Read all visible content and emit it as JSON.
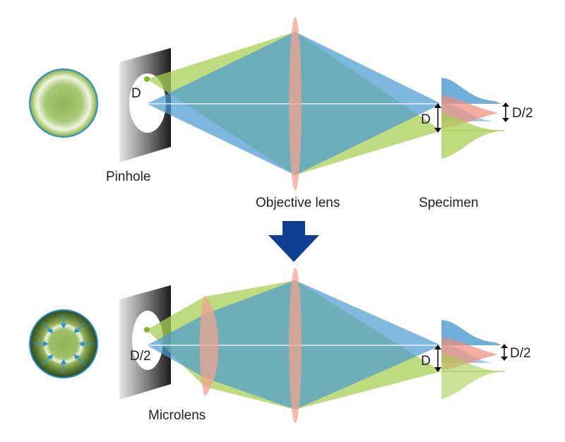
{
  "top_panel": {
    "pinhole_label": "Pinhole",
    "pinhole_size_label": "D",
    "objective_label": "Objective lens",
    "specimen_label": "Specimen",
    "spot_size_label": "D",
    "offset_label": "D/2"
  },
  "bottom_panel": {
    "pinhole_size_label": "D/2",
    "microlens_label": "Microlens",
    "spot_size_label": "D",
    "offset_label": "D/2"
  },
  "colors": {
    "green_beam": "#a9cf55",
    "blue_beam": "#4b9bd0",
    "overlap": "#6fa75c",
    "lens": "#f2a38f",
    "arrow": "#0d3f93",
    "circle_border": "#2a8fd0"
  },
  "icons": [
    "beam-pattern-icon",
    "focused-beam-pattern-icon",
    "down-arrow-icon"
  ]
}
